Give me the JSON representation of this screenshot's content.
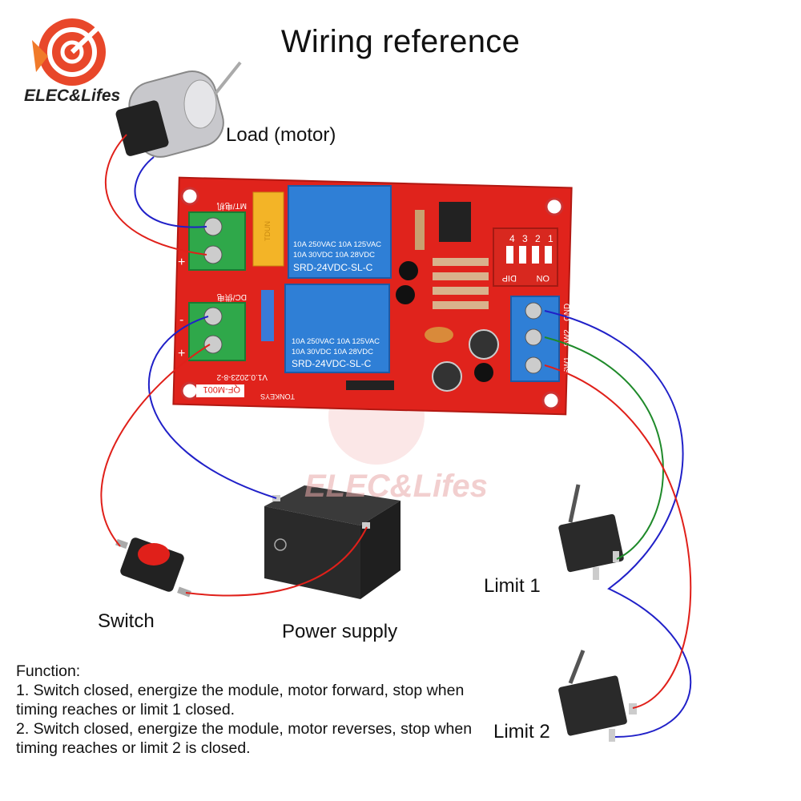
{
  "title": "Wiring reference",
  "brand": {
    "name": "ELEC&Lifes",
    "watermark": "ELEC&Lifes",
    "color": "#e8472a"
  },
  "labels": {
    "load": "Load (motor)",
    "switch": "Switch",
    "power_supply": "Power supply",
    "limit1": "Limit 1",
    "limit2": "Limit 2"
  },
  "board": {
    "relay_text_line1": "10A 250VAC  10A 125VAC",
    "relay_text_line2": "10A  30VDC  10A  28VDC",
    "relay_model": "SRD-24VDC-SL-C",
    "model_label": "QF-M001",
    "version": "V1.0.2023-8-2",
    "maker": "TONKEYS",
    "terminal_motor": "MT/电机",
    "terminal_power": "DC/供电",
    "dip_label": "DIP",
    "dip_on": "ON",
    "dip_numbers": [
      "1",
      "2",
      "3",
      "4"
    ],
    "terminal_right": [
      "GND",
      "SW2",
      "SW1"
    ],
    "plus": "+",
    "minus": "-",
    "fuse": "TDUN",
    "colors": {
      "pcb": "#e0231c",
      "relay": "#2f7fd6",
      "terminal": "#2fa84a",
      "dip": "#d8281f"
    }
  },
  "function": {
    "heading": "Function:",
    "item1": "1. Switch closed, energize the module, motor forward, stop when timing reaches or limit 1 closed.",
    "item2": "2. Switch closed, energize the module, motor reverses, stop when timing reaches or limit 2 is closed."
  },
  "wire_colors": {
    "red": "#e0201a",
    "blue": "#2020c8",
    "green": "#1f8a2a"
  }
}
